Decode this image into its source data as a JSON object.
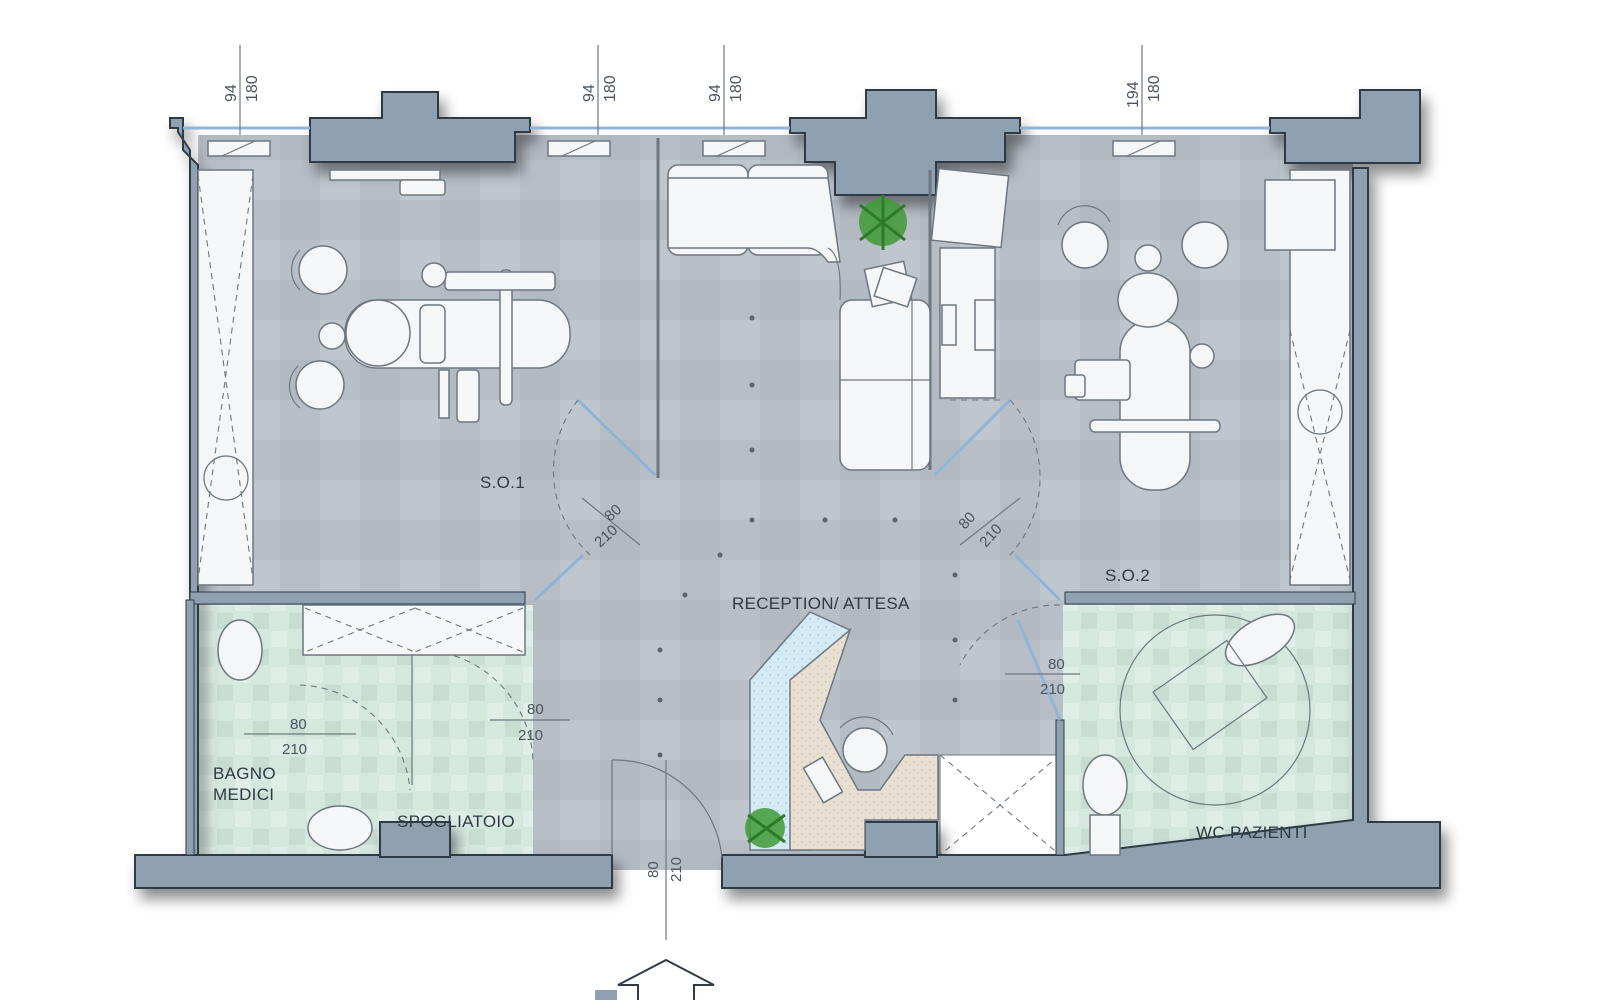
{
  "rooms": {
    "so1": "S.O.1",
    "so2": "S.O.2",
    "reception": "RECEPTION/ ATTESA",
    "bagno_line1": "BAGNO",
    "bagno_line2": "MEDICI",
    "spogliatoio": "SPOGLIATOIO",
    "wc_pazienti": "WC PAZIENTI"
  },
  "window_dims": [
    {
      "w": "94",
      "h": "180"
    },
    {
      "w": "94",
      "h": "180"
    },
    {
      "w": "94",
      "h": "180"
    },
    {
      "w": "194",
      "h": "180"
    }
  ],
  "door_dims": {
    "so1": {
      "w": "80",
      "h": "210"
    },
    "so2": {
      "w": "80",
      "h": "210"
    },
    "wc": {
      "w": "80",
      "h": "210"
    },
    "spogliatoio": {
      "w": "80",
      "h": "210"
    },
    "bagno": {
      "w": "80",
      "h": "210"
    },
    "entrance": {
      "w": "80",
      "h": "210"
    }
  },
  "colors": {
    "floor_main": "#b9c0c7",
    "floor_bath": "#cfe3d9",
    "wall": "#8fa1b0",
    "reception_desk": "#e8dfd3",
    "reception_glass": "#cfe6f5",
    "plant": "#3f9a35"
  }
}
